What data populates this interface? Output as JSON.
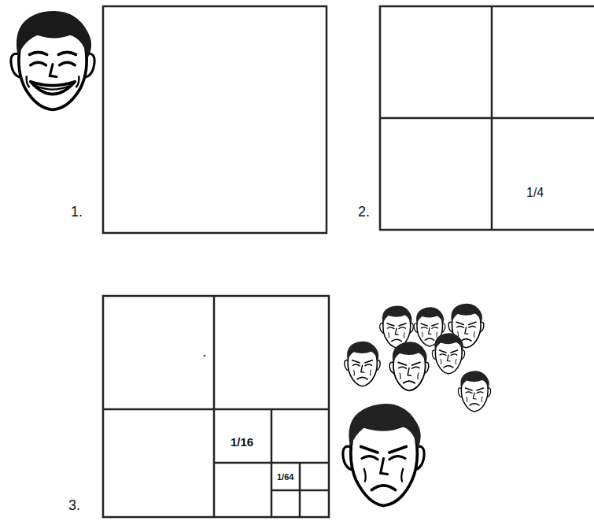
{
  "diagram": {
    "labels": [
      "1.",
      "2.",
      "1/4",
      "3.",
      "1/16",
      "1/64"
    ]
  }
}
